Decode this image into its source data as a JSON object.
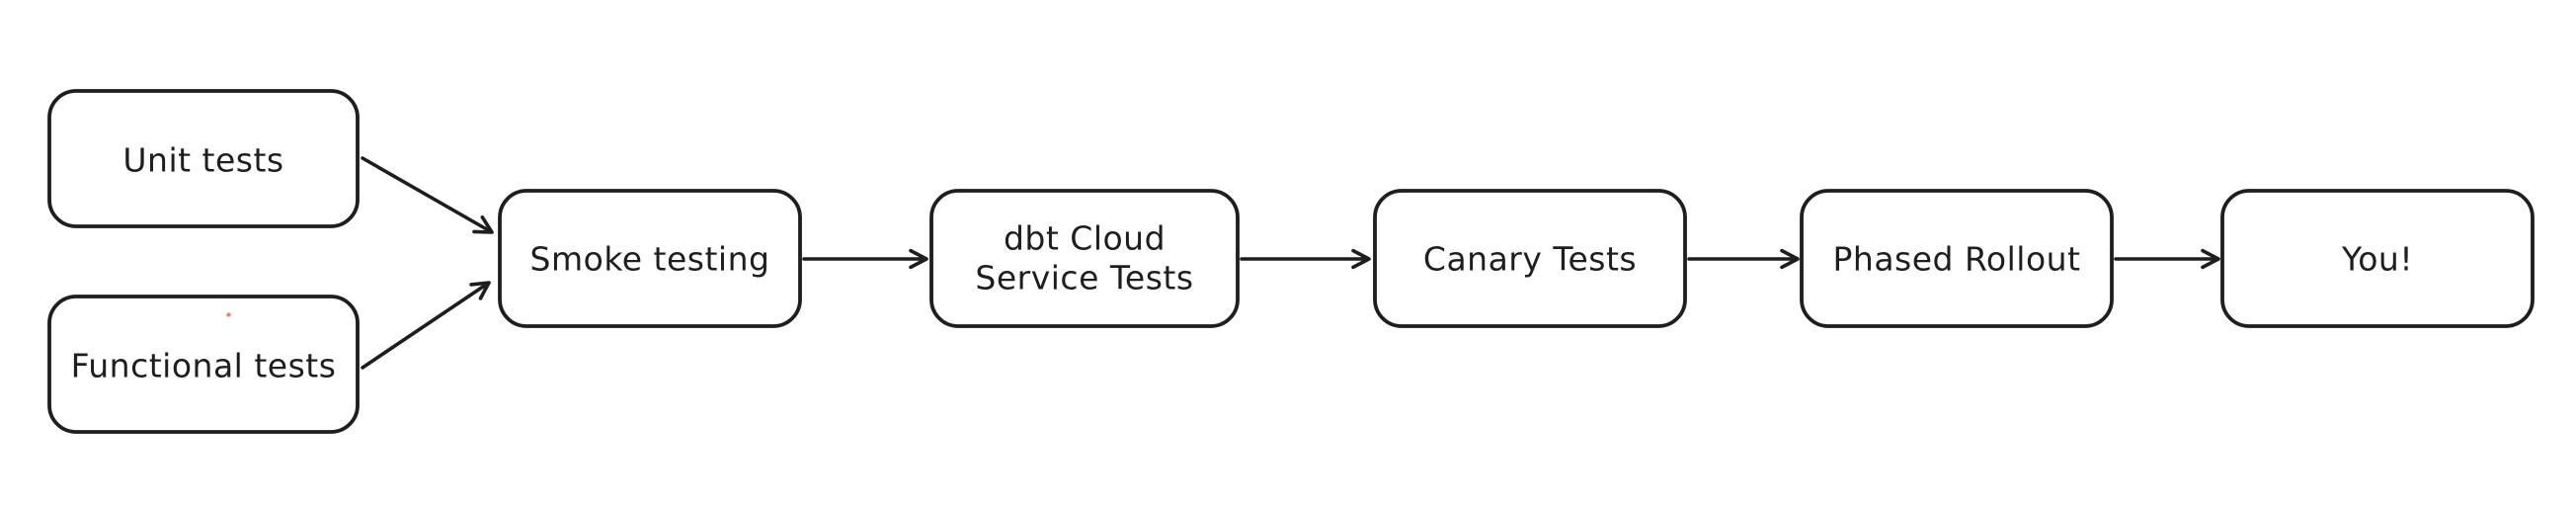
{
  "diagram": {
    "type": "flowchart",
    "background_color": "#ffffff",
    "node_fill_color": "#ffffff",
    "stroke_color": "#1e1e1e",
    "artifact_dot_color": "#ed8373",
    "nodes": [
      {
        "id": "unit-tests",
        "label": "Unit tests"
      },
      {
        "id": "functional-tests",
        "label": "Functional tests"
      },
      {
        "id": "smoke-testing",
        "label": "Smoke testing"
      },
      {
        "id": "dbt-cloud-service-tests",
        "label": "dbt Cloud Service Tests",
        "lines": [
          "dbt Cloud",
          "Service Tests"
        ]
      },
      {
        "id": "canary-tests",
        "label": "Canary Tests"
      },
      {
        "id": "phased-rollout",
        "label": "Phased Rollout"
      },
      {
        "id": "you",
        "label": "You!"
      }
    ],
    "edges": [
      {
        "from": "unit-tests",
        "to": "smoke-testing"
      },
      {
        "from": "functional-tests",
        "to": "smoke-testing"
      },
      {
        "from": "smoke-testing",
        "to": "dbt-cloud-service-tests"
      },
      {
        "from": "dbt-cloud-service-tests",
        "to": "canary-tests"
      },
      {
        "from": "canary-tests",
        "to": "phased-rollout"
      },
      {
        "from": "phased-rollout",
        "to": "you"
      }
    ]
  }
}
